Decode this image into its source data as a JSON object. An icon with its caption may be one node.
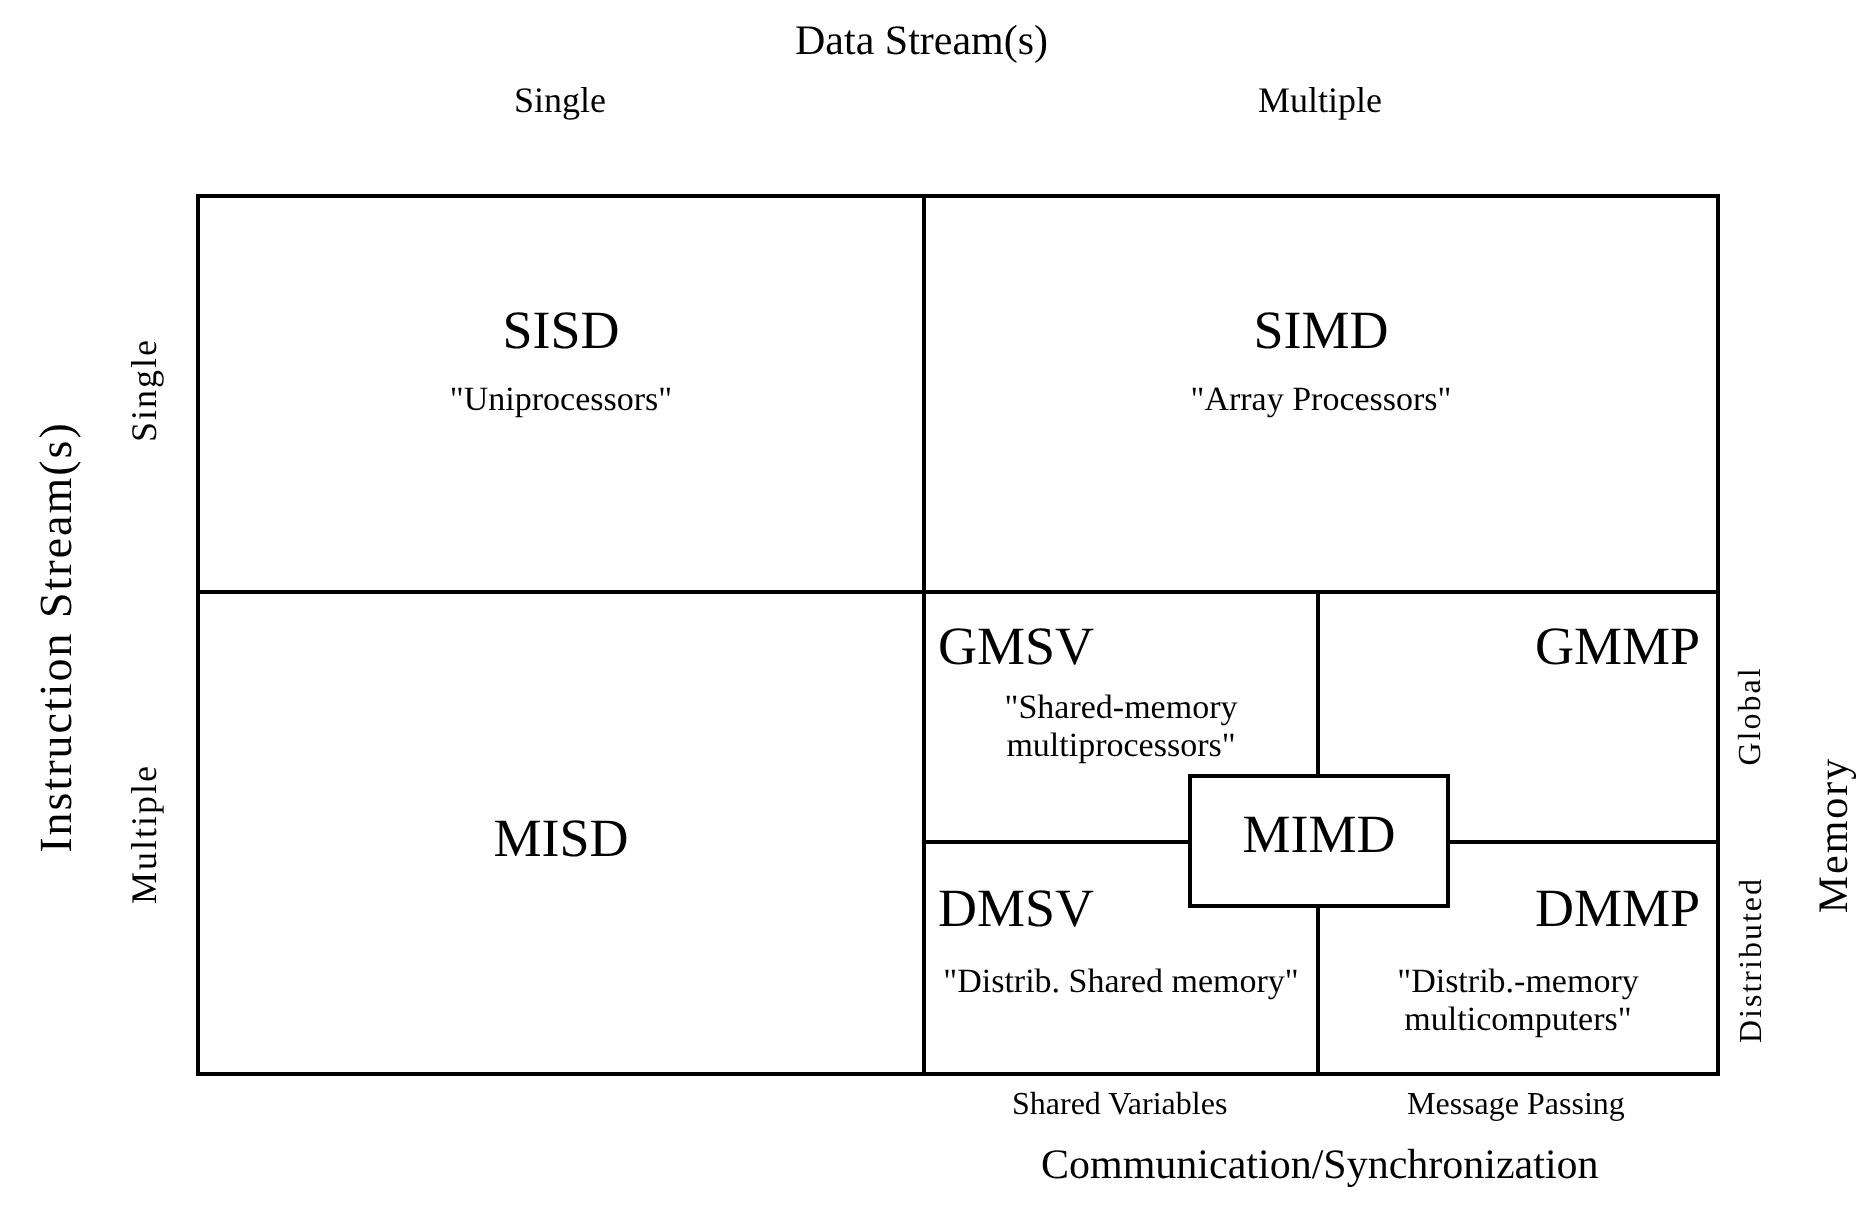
{
  "diagram": {
    "nodes": [
      {
        "text": [
          "SISD",
          "\"Uniprocessors\""
        ]
      },
      {
        "text": [
          "SIMD",
          "\"Array Processors\""
        ]
      },
      {
        "text": [
          "MISD"
        ]
      },
      {
        "text": [
          "GMSV",
          "\"Shared-memory multiprocessors\""
        ]
      },
      {
        "text": [
          "GMMP"
        ]
      },
      {
        "text": [
          "MIMD"
        ]
      },
      {
        "text": [
          "DMSV",
          "\"Distrib. Shared memory\""
        ]
      },
      {
        "text": [
          "DMMP",
          "\"Distrib.-memory multicomputers\""
        ]
      }
    ],
    "labels": [
      "Data Stream(s)",
      "Single",
      "Multiple",
      "Instruction Stream(s)",
      "Single",
      "Multiple",
      "Global",
      "Distributed",
      "Memory",
      "Shared Variables",
      "Message Passing",
      "Communication/Synchronization"
    ]
  }
}
